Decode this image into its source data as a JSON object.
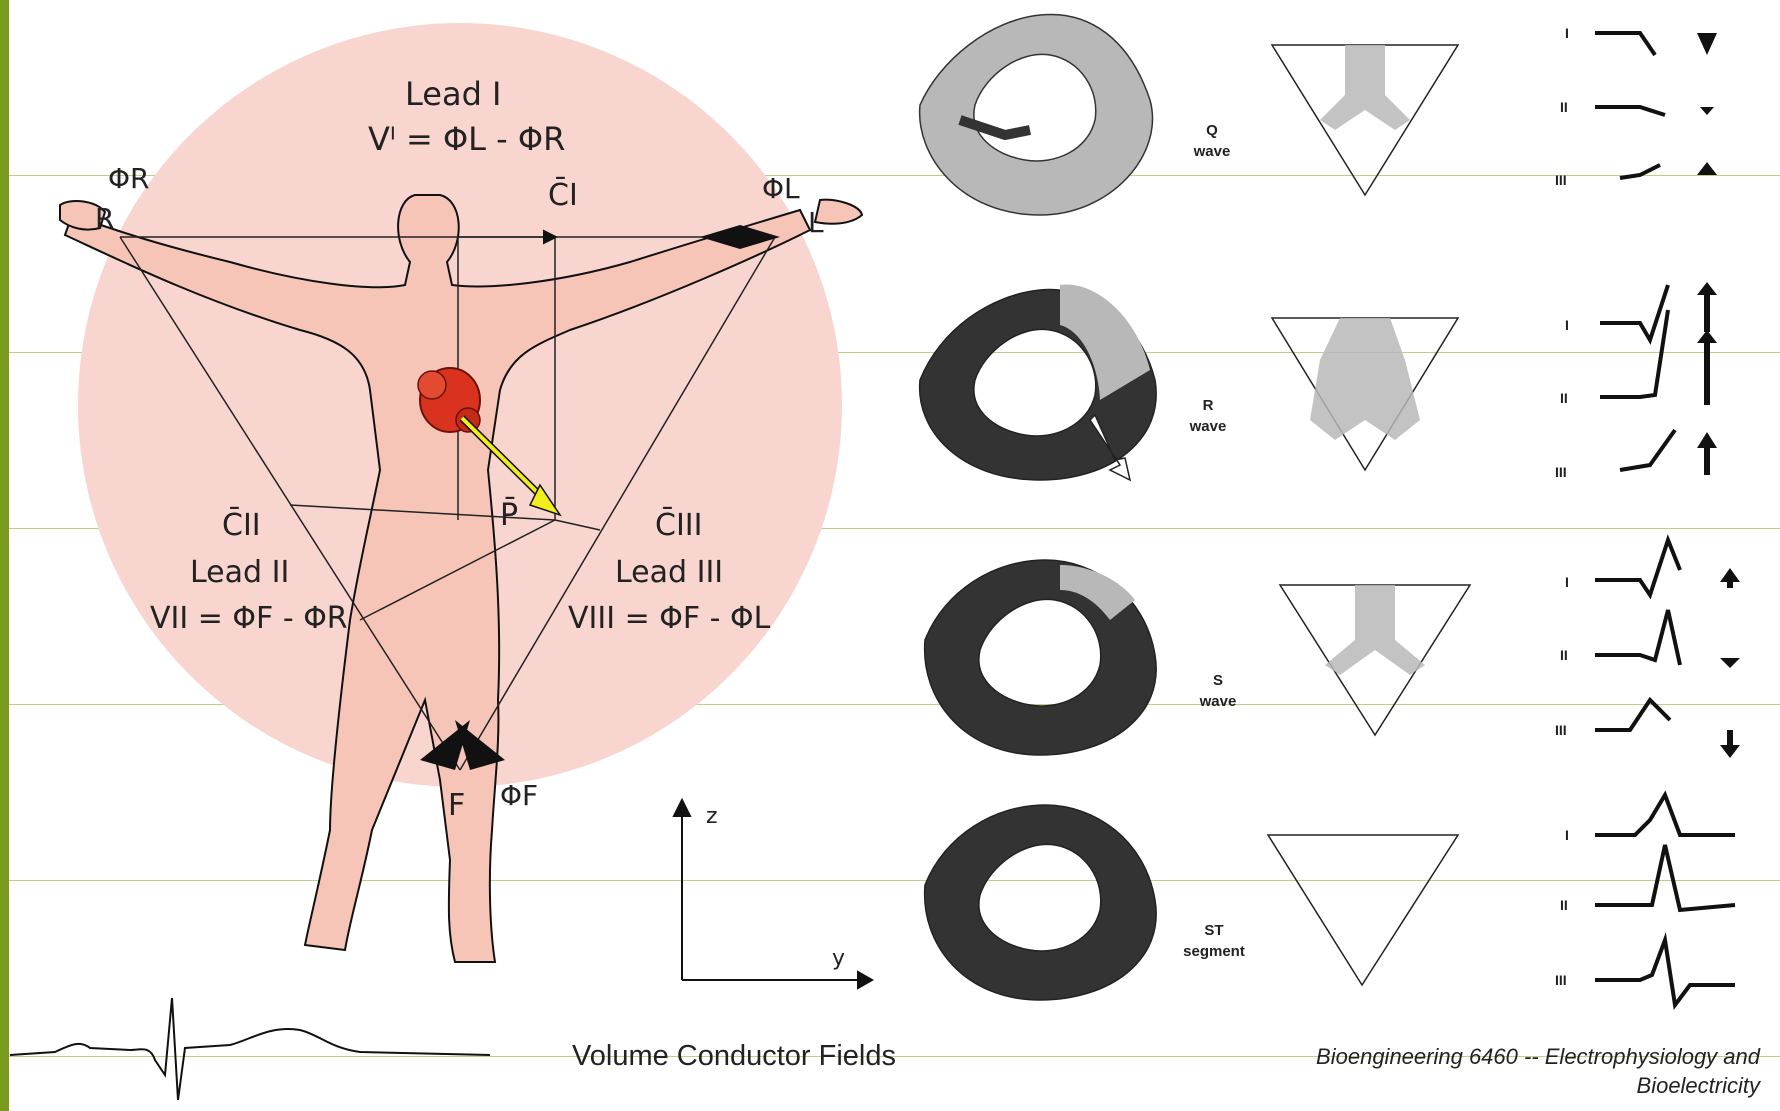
{
  "left_diagram": {
    "lead1_title": "Lead I",
    "lead1_eq": "Vᴵ = ΦL - ΦR",
    "lead2_title": "Lead II",
    "lead2_eq": "VII = ΦF - ΦR",
    "lead3_title": "Lead III",
    "lead3_eq": "VIII = ΦF - ΦL",
    "phi_r": "ΦR",
    "phi_l": "ΦL",
    "phi_f": "ΦF",
    "r_label": "R",
    "l_label": "L",
    "f_label": "F",
    "c1": "C̄I",
    "c2": "C̄II",
    "c3": "C̄III",
    "p": "P̄",
    "axis_z": "z",
    "axis_y": "y"
  },
  "wave_rows": [
    {
      "label_line1": "Q",
      "label_line2": "wave"
    },
    {
      "label_line1": "R",
      "label_line2": "wave"
    },
    {
      "label_line1": "S",
      "label_line2": "wave"
    },
    {
      "label_line1": "ST",
      "label_line2": "segment"
    }
  ],
  "lead_labels": [
    "I",
    "II",
    "III"
  ],
  "footer": {
    "title": "Volume Conductor Fields",
    "course_line1": "Bioengineering  6460 -- Electrophysiology and",
    "course_line2": "Bioelectricity"
  },
  "colors": {
    "sidebar": "#7a9a1c",
    "body_circle": "#f8d6cf",
    "body": "#f6c5b8",
    "heart": "#d9331f",
    "dipole_arrow": "#f2ee1a",
    "myocardium_dark": "#333333",
    "myocardium_light": "#b8b8b8"
  }
}
